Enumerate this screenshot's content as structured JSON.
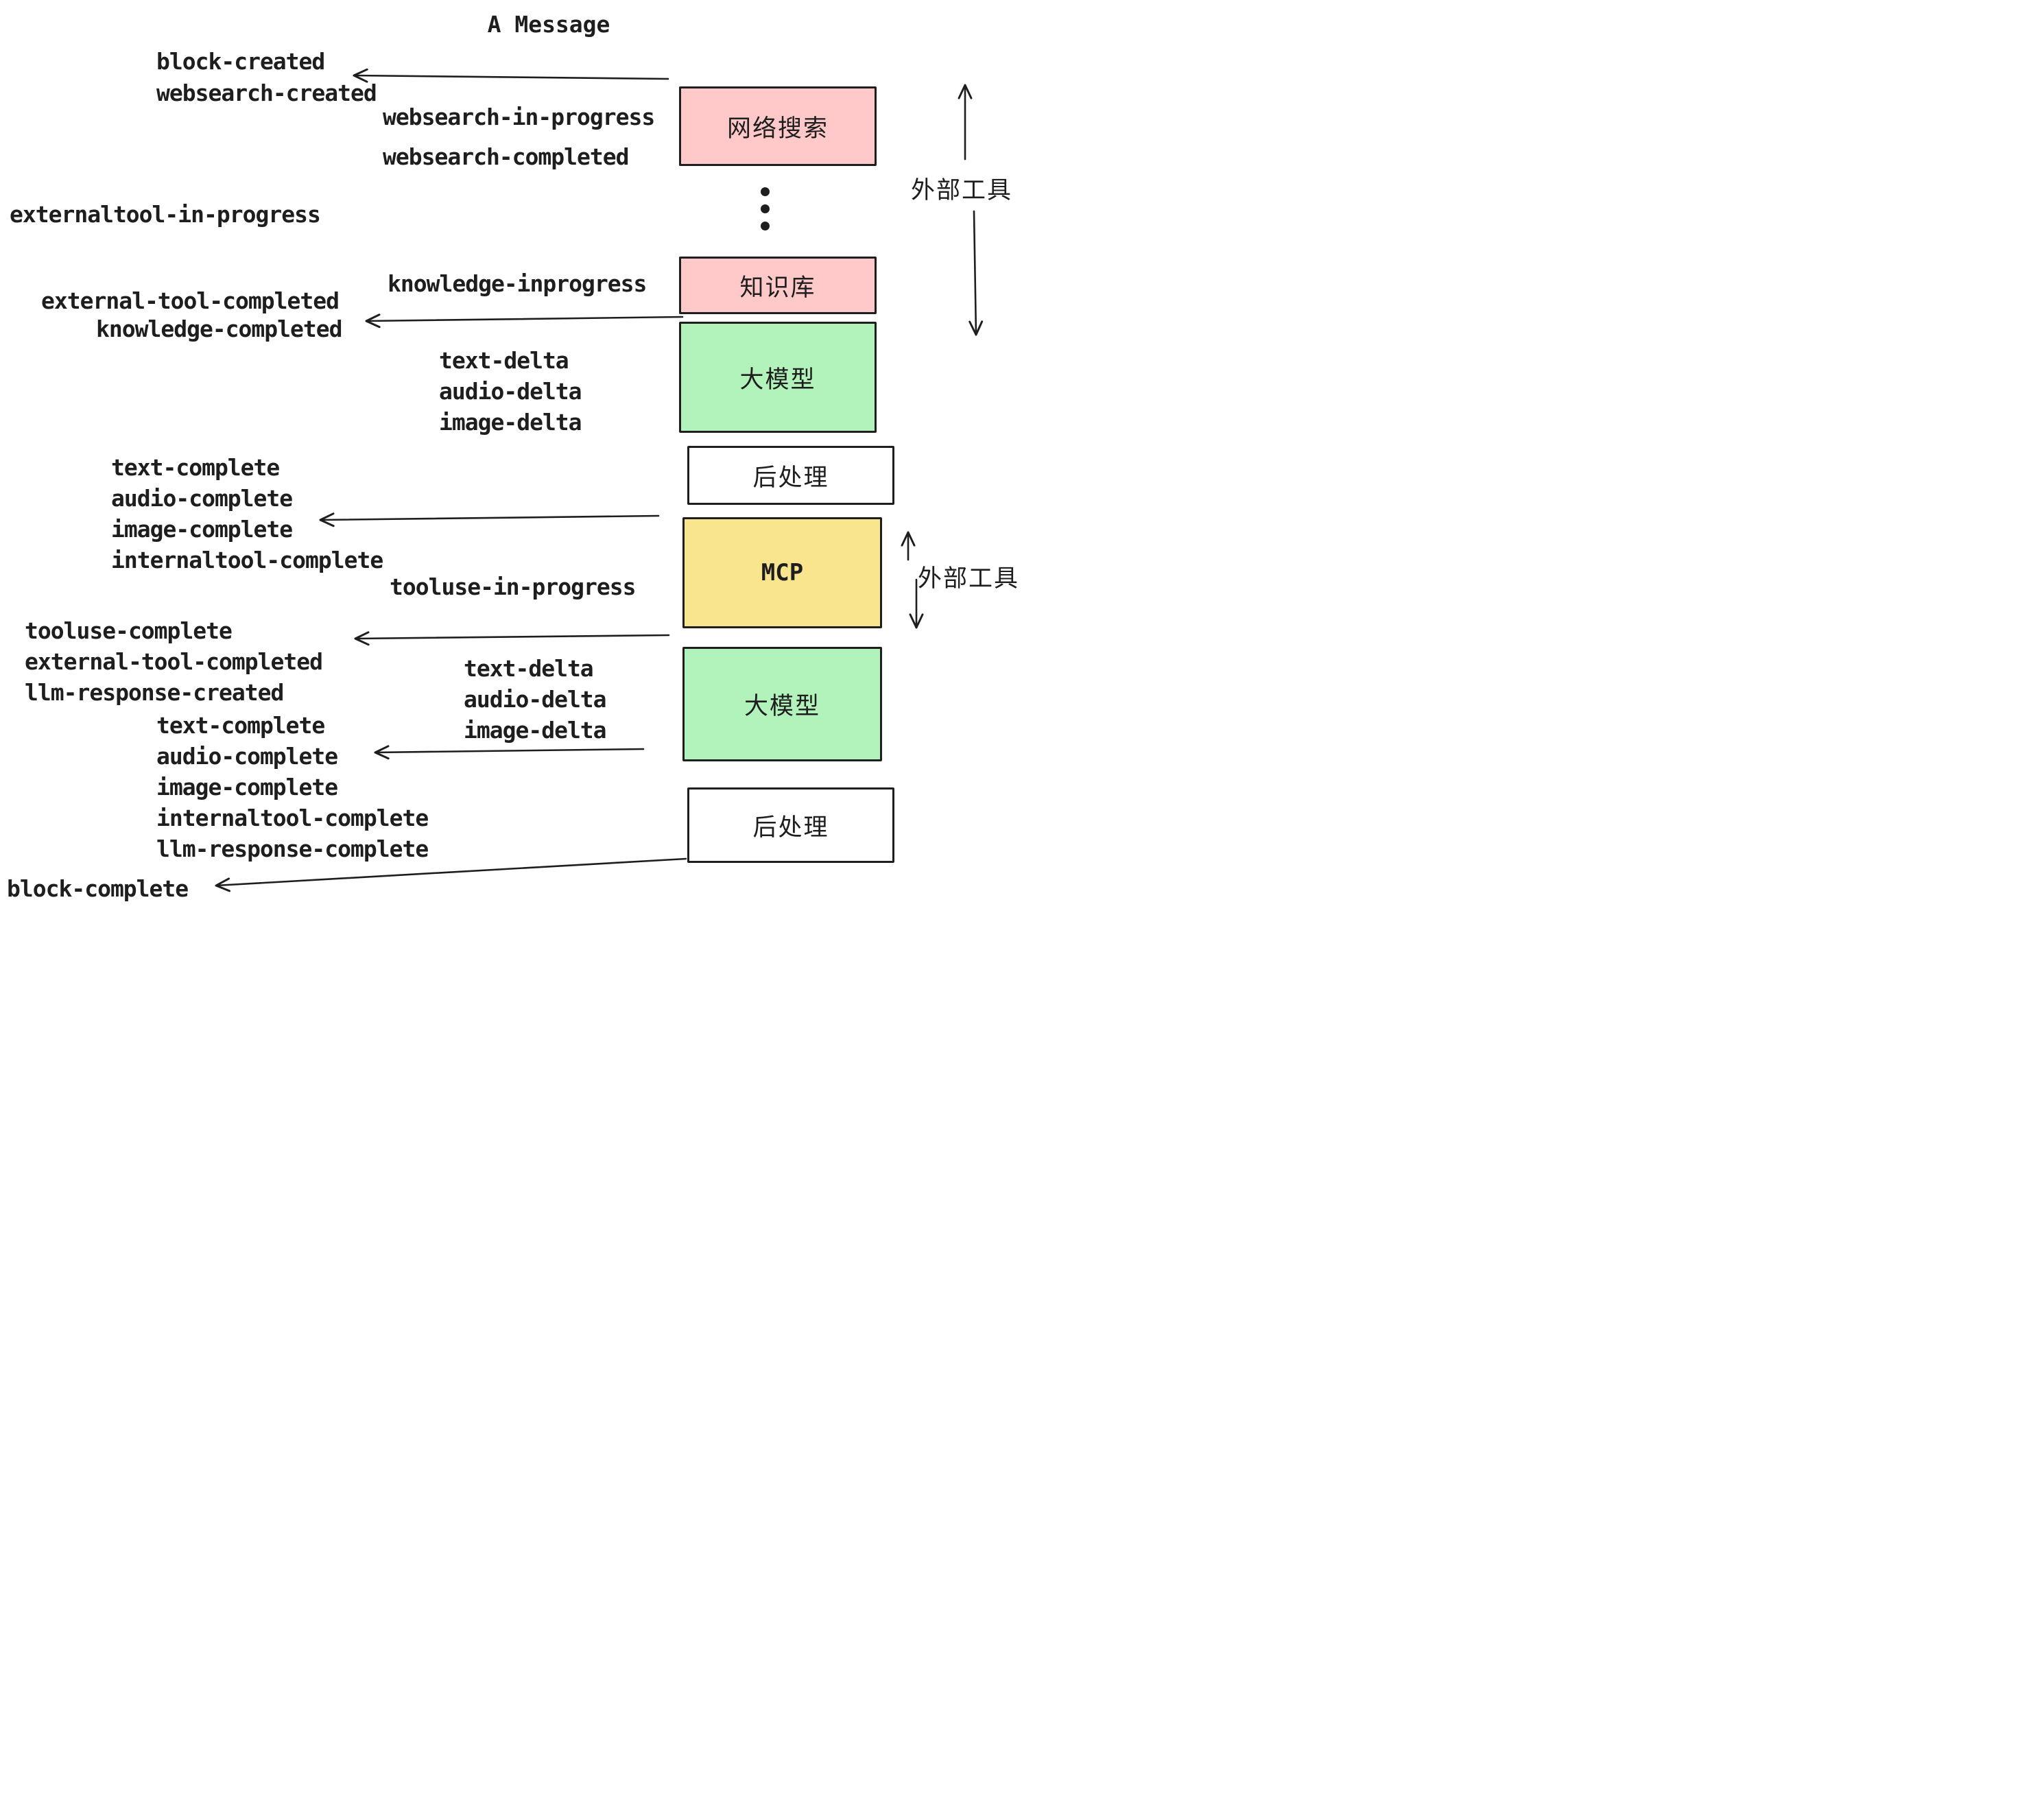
{
  "title": "A Message",
  "colors": {
    "ink": "#1e1e1e",
    "pink": "#ffc9c9",
    "green": "#b2f2bb",
    "yellow": "#fae58f",
    "white": "#ffffff"
  },
  "boxes": [
    {
      "id": "websearch",
      "label": "网络搜索",
      "color": "pink"
    },
    {
      "id": "knowledge",
      "label": "知识库",
      "color": "pink"
    },
    {
      "id": "llm-1",
      "label": "大模型",
      "color": "green"
    },
    {
      "id": "postprocess-1",
      "label": "后处理",
      "color": "white"
    },
    {
      "id": "mcp",
      "label": "MCP",
      "color": "yellow"
    },
    {
      "id": "llm-2",
      "label": "大模型",
      "color": "green"
    },
    {
      "id": "postprocess-2",
      "label": "后处理",
      "color": "white"
    }
  ],
  "side": {
    "external_tool_top": "外部工具",
    "external_tool_mid": "外部工具"
  },
  "events": {
    "block_created": "block-created",
    "websearch_created": "websearch-created",
    "websearch_in_progress": "websearch-in-progress",
    "websearch_completed": "websearch-completed",
    "externaltool_in_progress": "externaltool-in-progress",
    "knowledge_inprogress": "knowledge-inprogress",
    "external_tool_completed_1": "external-tool-completed",
    "knowledge_completed": "knowledge-completed",
    "deltas1": [
      "text-delta",
      "audio-delta",
      "image-delta"
    ],
    "completes1": [
      "text-complete",
      "audio-complete",
      "image-complete",
      "internaltool-complete"
    ],
    "tooluse_in_progress": "tooluse-in-progress",
    "tooluse_done": [
      "tooluse-complete",
      "external-tool-completed",
      "llm-response-created"
    ],
    "deltas2": [
      "text-delta",
      "audio-delta",
      "image-delta"
    ],
    "completes2": [
      "text-complete",
      "audio-complete",
      "image-complete",
      "internaltool-complete",
      "llm-response-complete"
    ],
    "block_complete": "block-complete"
  }
}
